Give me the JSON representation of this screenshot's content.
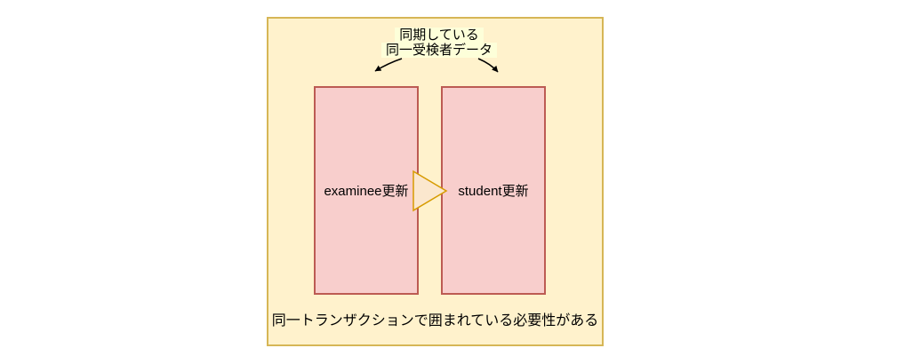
{
  "diagram": {
    "sync_label": {
      "line1": "同期している",
      "line2": "同一受検者データ"
    },
    "nodes": {
      "examinee": "examinee更新",
      "student": "student更新"
    },
    "bottom_note": "同一トランザクションで囲まれている必要性がある",
    "icons": {
      "flow_triangle": "right-pointing-triangle",
      "left_connector": "curved-arrow-down-left",
      "right_connector": "curved-arrow-down-right"
    },
    "colors": {
      "frame_fill": "#FFF2CC",
      "frame_border": "#D6B656",
      "node_fill": "#F8CECC",
      "node_border": "#BC5B53",
      "triangle_fill": "#FBE7CE",
      "triangle_border": "#D79B00",
      "label_highlight": "#FDFFD9",
      "connector": "#000000",
      "text": "#000000"
    }
  }
}
